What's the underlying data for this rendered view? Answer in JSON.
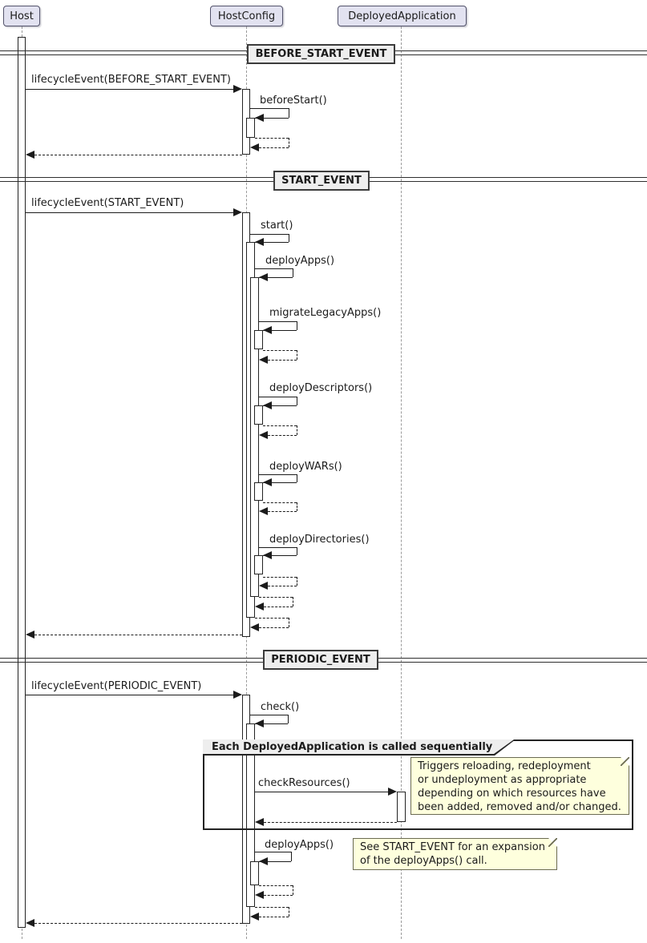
{
  "participants": [
    "Host",
    "HostConfig",
    "DeployedApplication"
  ],
  "dividers": [
    "BEFORE_START_EVENT",
    "START_EVENT",
    "PERIODIC_EVENT"
  ],
  "messages": {
    "lifecycle_before_start": "lifecycleEvent(BEFORE_START_EVENT)",
    "before_start": "beforeStart()",
    "lifecycle_start": "lifecycleEvent(START_EVENT)",
    "start": "start()",
    "deploy_apps": "deployApps()",
    "migrate_legacy_apps": "migrateLegacyApps()",
    "deploy_descriptors": "deployDescriptors()",
    "deploy_wars": "deployWARs()",
    "deploy_directories": "deployDirectories()",
    "lifecycle_periodic": "lifecycleEvent(PERIODIC_EVENT)",
    "check": "check()",
    "check_resources": "checkResources()",
    "deploy_apps_periodic": "deployApps()"
  },
  "group": {
    "label": "Each DeployedApplication is called sequentially"
  },
  "notes": {
    "check_resources_note": "Triggers reloading, redeployment\nor undeployment as appropriate\ndepending on which resources have\nbeen added, removed and/or changed.",
    "deploy_apps_note": "See START_EVENT for an expansion\nof the deployApps() call."
  },
  "colors": {
    "participant_fill": "#E2E2F0",
    "divider_fill": "#EEEEEE",
    "group_title_fill": "#EEEEEE",
    "note_fill": "#FEFFDD",
    "line": "#1b1b1b",
    "lifeline": "#9A9A9A"
  }
}
